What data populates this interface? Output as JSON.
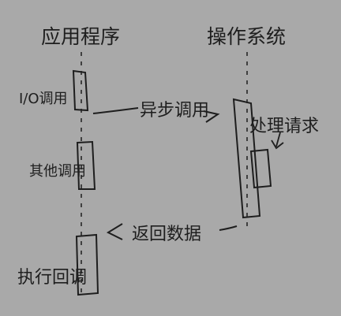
{
  "colors": {
    "background": "#a9a9a9",
    "ink": "#1e1e1e"
  },
  "lifelines": {
    "application": {
      "title": "应用程序"
    },
    "os": {
      "title": "操作系统"
    }
  },
  "labels": {
    "io_call": "I/O调用",
    "other_call": "其他调用",
    "callback": "执行回调",
    "async_call": "异步调用",
    "handle_request": "处理请求",
    "return_data": "返回数据"
  }
}
